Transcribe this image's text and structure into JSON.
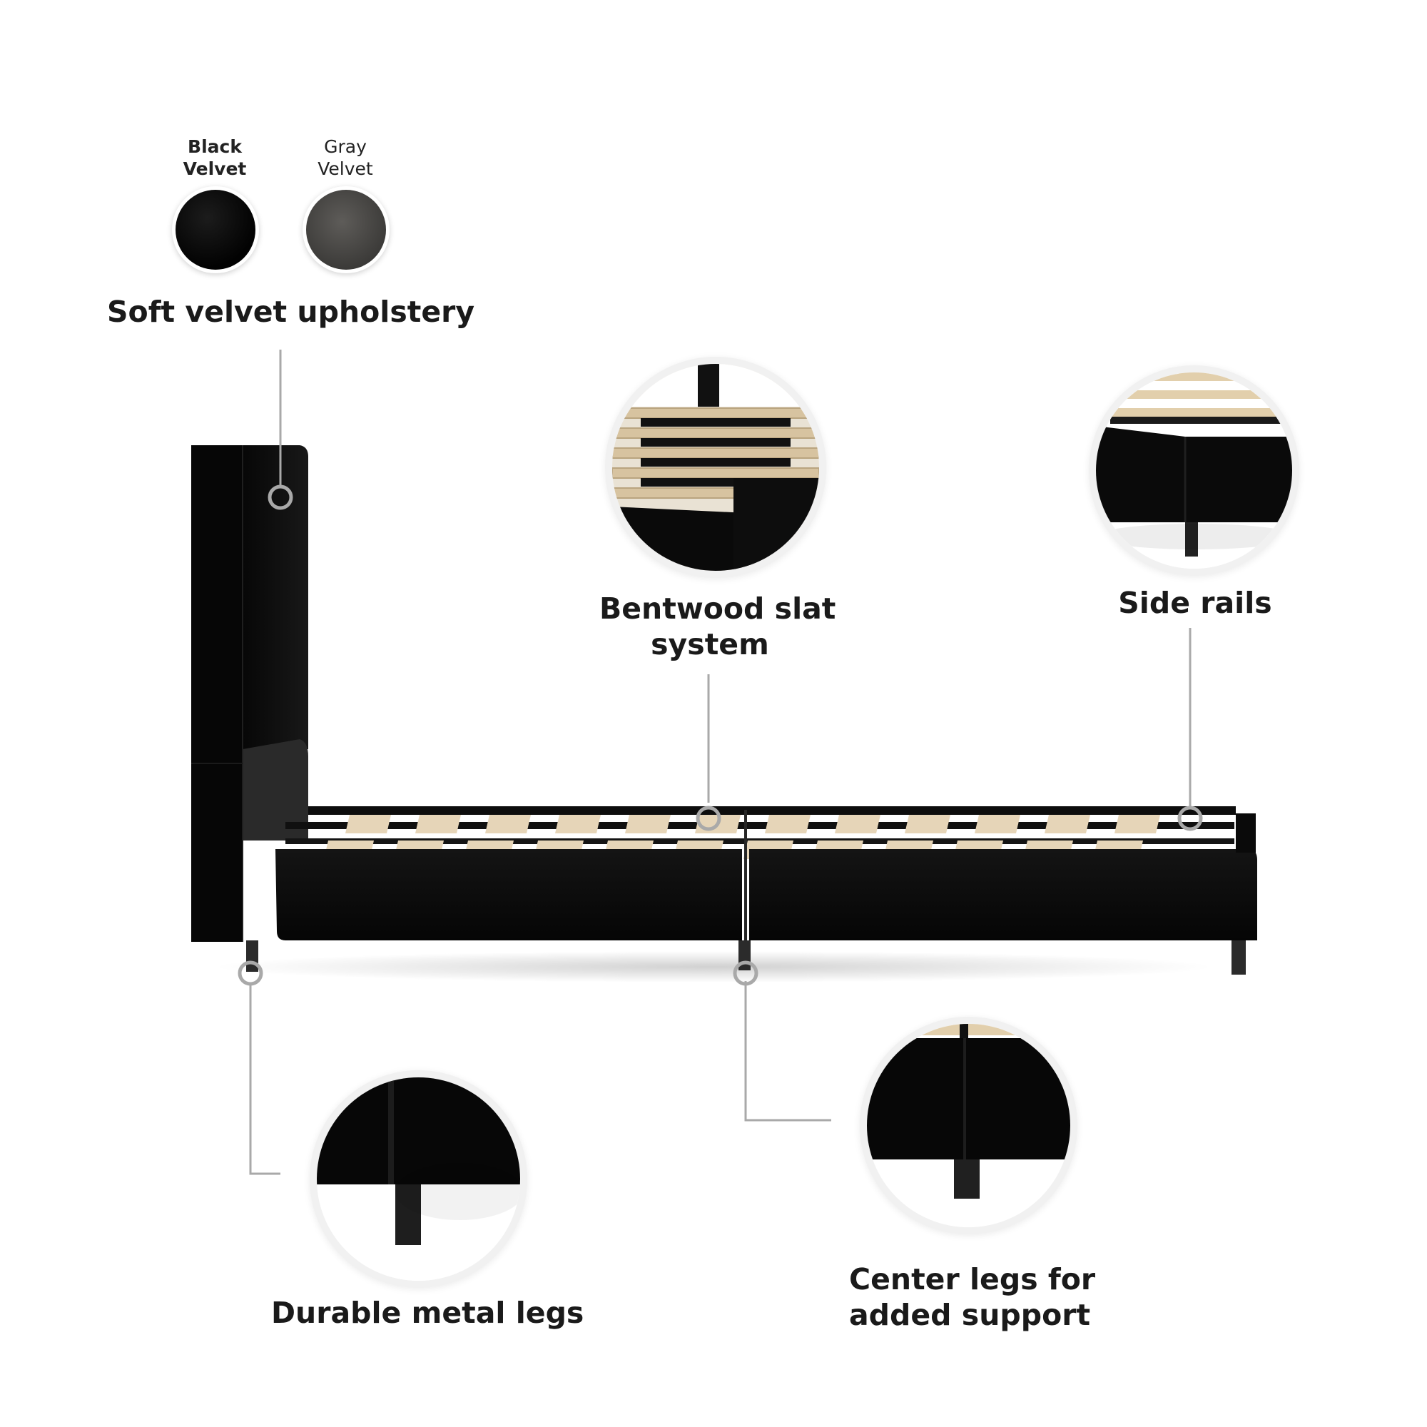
{
  "swatches": [
    {
      "line1": "Black",
      "line2": "Velvet",
      "color": "#050505",
      "selected": true
    },
    {
      "line1": "Gray",
      "line2": "Velvet",
      "color": "#4b4a48",
      "selected": false
    }
  ],
  "features": {
    "upholstery": "Soft velvet upholstery",
    "slats_line1": "Bentwood slat",
    "slats_line2": "system",
    "side_rails": "Side rails",
    "metal_legs": "Durable metal legs",
    "center_legs_line1": "Center legs for",
    "center_legs_line2": "added support"
  },
  "colors": {
    "velvet": "#0b0b0b",
    "slat": "#e6d5b8",
    "callout_line": "#a9a9a9",
    "zoom_ring": "#f1f1f1"
  }
}
